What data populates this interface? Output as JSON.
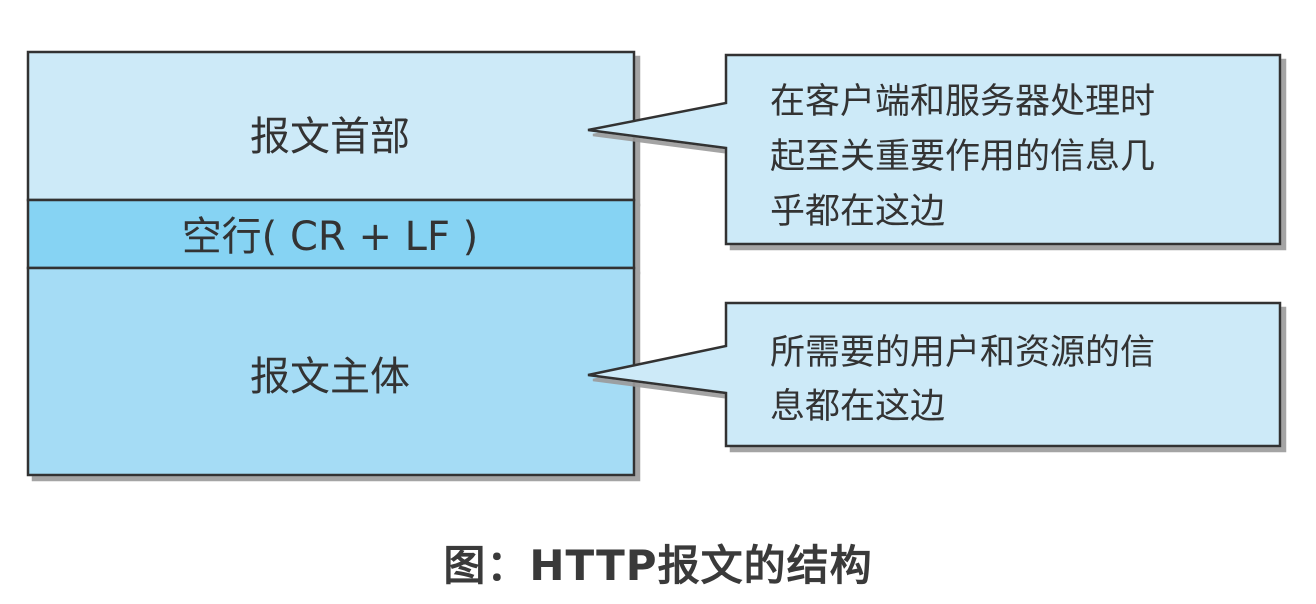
{
  "message": {
    "header_label": "报文首部",
    "blank_line_label": "空行( CR + LF )",
    "body_label": "报文主体"
  },
  "callouts": {
    "header": {
      "lines": [
        "在客户端和服务器处理时",
        "起至关重要作用的信息几",
        "乎都在这边"
      ]
    },
    "body": {
      "lines": [
        "所需要的用户和资源的信",
        "息都在这边"
      ]
    }
  },
  "caption": "图：HTTP报文的结构",
  "colors": {
    "header_fill": "#cdeaf8",
    "blank_line_fill": "#86d3f3",
    "body_fill": "#a5dcf5",
    "callout_fill": "#cdeaf8",
    "stroke": "#333333"
  }
}
